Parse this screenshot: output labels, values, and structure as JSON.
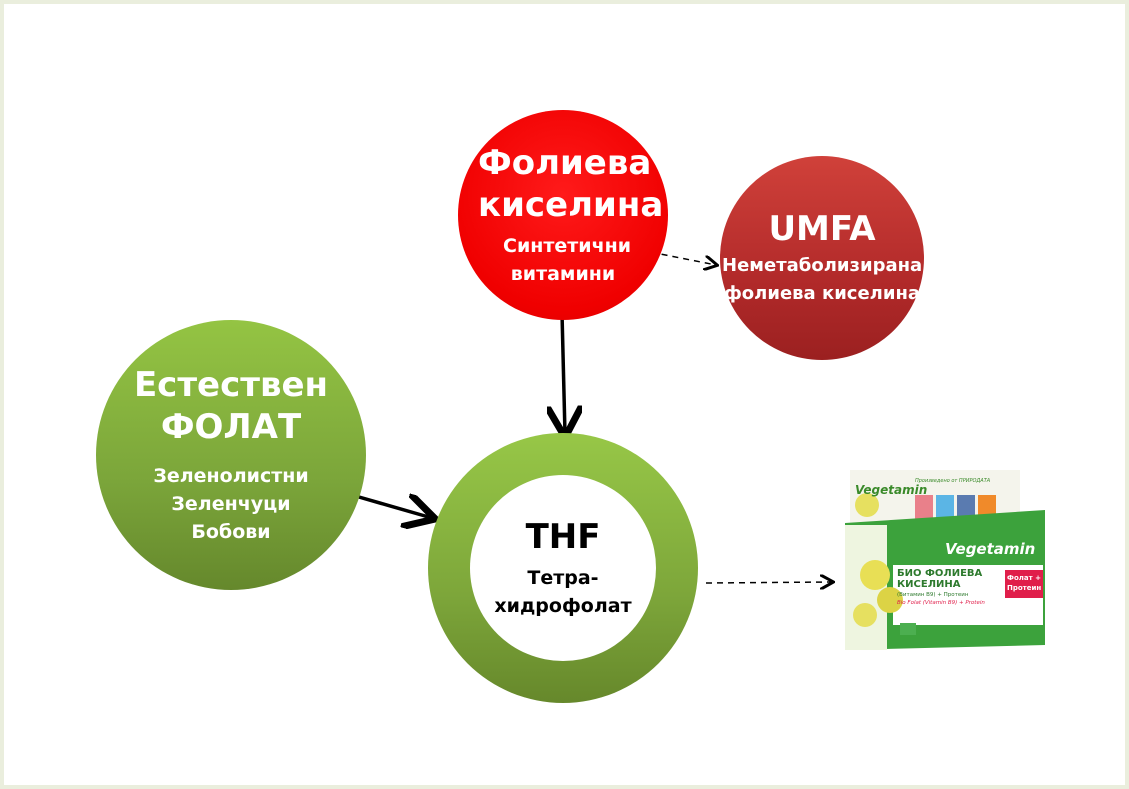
{
  "folic_acid": {
    "title": "Фолиева киселина",
    "sub": "Синтетични витамини",
    "color": "#ff0000"
  },
  "umfa": {
    "title": "UMFA",
    "sub": "Неметаболизирана фолиева киселина",
    "color": "#b22a2a"
  },
  "natural": {
    "title_1": "Естествен",
    "title_2": "ФОЛАТ",
    "sub_1": "Зеленолистни",
    "sub_2": "Зеленчуци",
    "sub_3": "Бобови",
    "color": "#7ba53a"
  },
  "thf": {
    "title": "THF",
    "sub_1": "Тетра-",
    "sub_2": "хидрофолат"
  },
  "product": {
    "brand": "Vegetamin",
    "name_1": "БИО ФОЛИЕВА",
    "name_2": "КИСЕЛИНА",
    "line_bg": "(Витамин В9) + Протеин",
    "line_en": "Bio Folat (Vitamin B9) + Protein",
    "badge": "Фолат + Протеин",
    "tagline": "Произведено от ПРИРОДАТА"
  }
}
